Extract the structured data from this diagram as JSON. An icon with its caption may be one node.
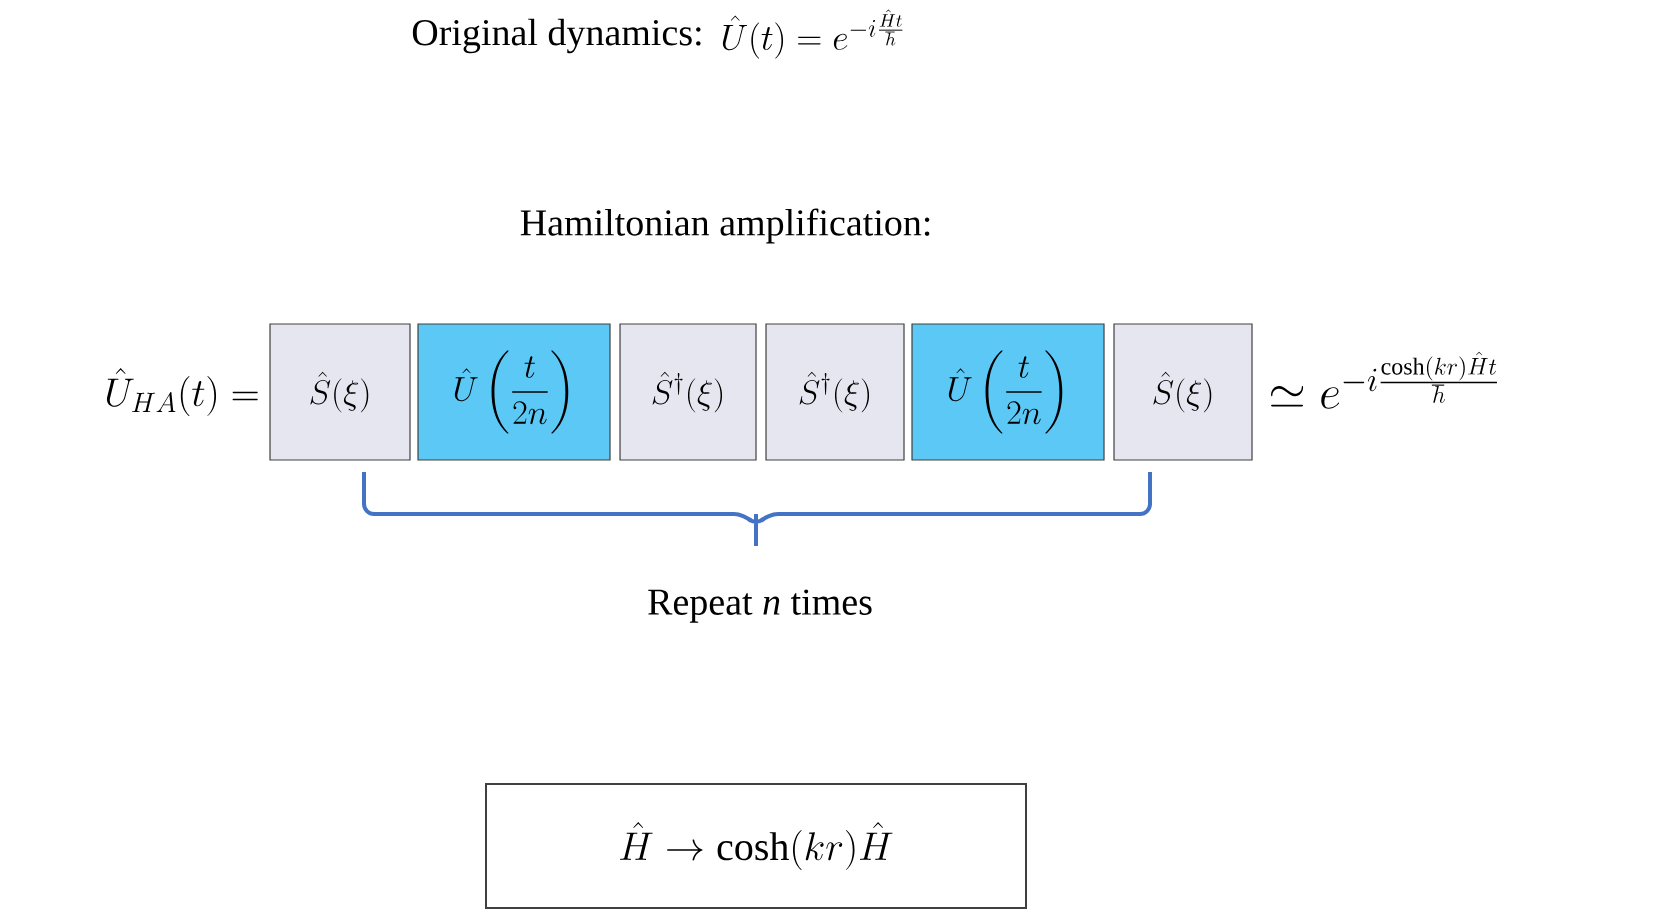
{
  "diagram": {
    "nodes": [
      {
        "text": [
          "\\hat{S}(\\xi)"
        ]
      },
      {
        "text": [
          "\\hat{U}\\left(\\frac{t}{2n}\\right)"
        ]
      },
      {
        "text": [
          "\\hat{S}^{\\dagger}(\\xi)"
        ]
      },
      {
        "text": [
          "\\hat{S}^{\\dagger}(\\xi)"
        ]
      },
      {
        "text": [
          "\\hat{U}\\left(\\frac{t}{2n}\\right)"
        ]
      },
      {
        "text": [
          "\\hat{S}(\\xi)"
        ]
      },
      {
        "text": [
          "\\hat{H}\\rightarrow\\cosh(kr)\\hat{H}"
        ]
      }
    ],
    "labels": [
      "Original dynamics:",
      "\\hat{U}(t)=e^{-i\\frac{\\hat{H}t}{\\hbar}}",
      "Hamiltonian amplification:",
      "\\hat{U}_{HA}(t)=",
      "\\simeq e^{-i\\frac{\\cosh(kr)\\hat{H}t}{\\hbar}}",
      "Repeat *n* times"
    ]
  }
}
